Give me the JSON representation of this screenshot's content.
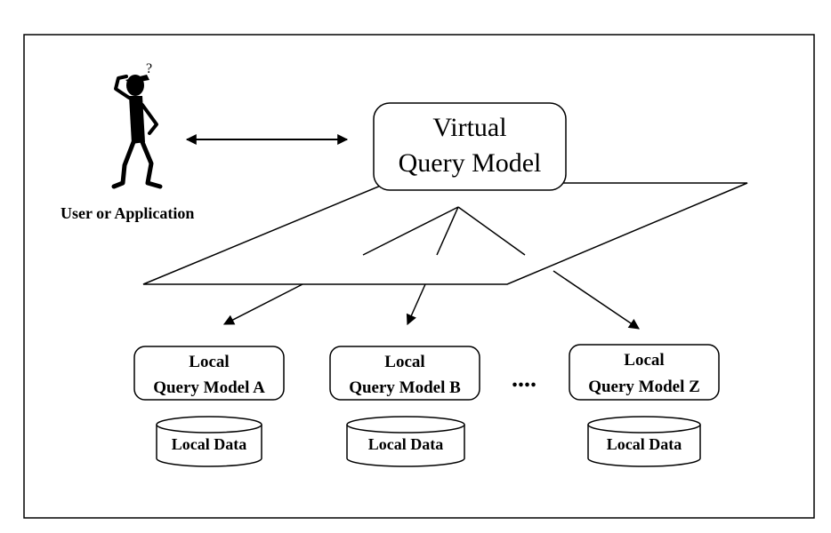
{
  "virtual_model": {
    "line1": "Virtual",
    "line2": "Query Model"
  },
  "user": {
    "label": "User or Application",
    "thought": "?"
  },
  "local_models": [
    {
      "line1": "Local",
      "line2": "Query Model A",
      "data_label": "Local Data"
    },
    {
      "line1": "Local",
      "line2": "Query Model B",
      "data_label": "Local Data"
    },
    {
      "line1": "Local",
      "line2": "Query Model Z",
      "data_label": "Local Data"
    }
  ],
  "ellipsis": "...."
}
